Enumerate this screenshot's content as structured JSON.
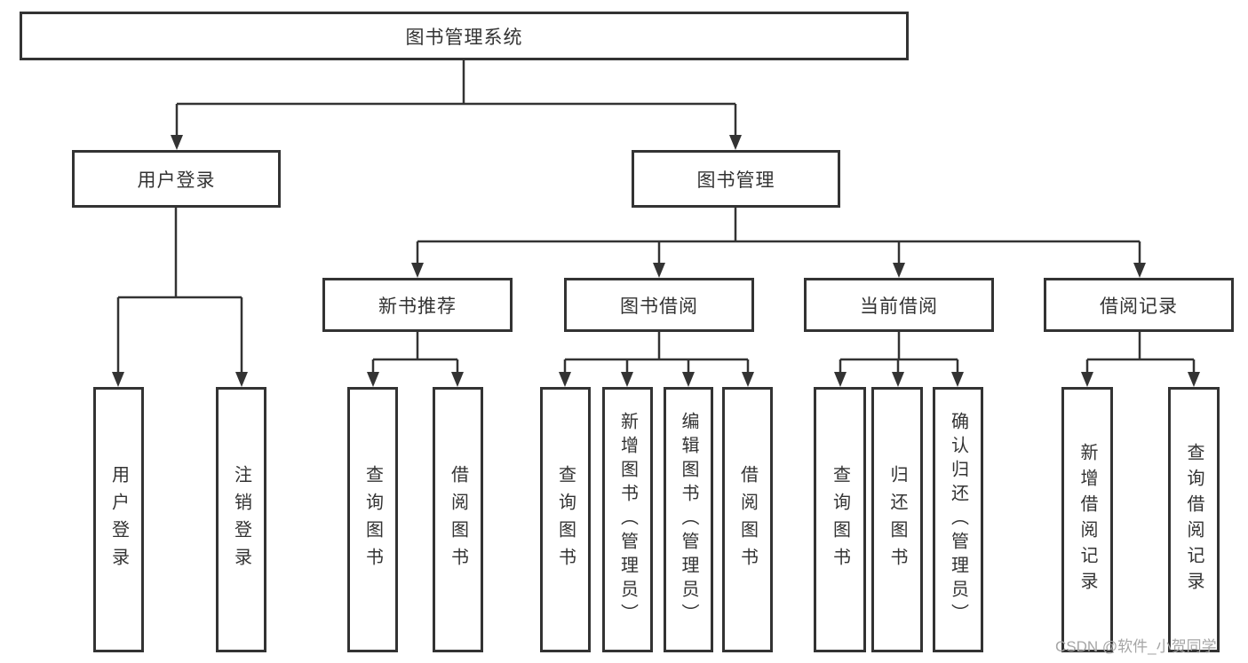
{
  "diagram": {
    "title": "图书管理系统",
    "colors": {
      "line": "#333333",
      "box_border": "#333333",
      "box_fill": "#ffffff",
      "text": "#333333",
      "watermark": "#a6a6a6"
    },
    "branches": [
      {
        "label": "用户登录",
        "leaves": [
          "用户登录",
          "注销登录"
        ]
      },
      {
        "label": "图书管理",
        "children": [
          {
            "label": "新书推荐",
            "leaves": [
              "查询图书",
              "借阅图书"
            ]
          },
          {
            "label": "图书借阅",
            "leaves": [
              "查询图书",
              "新增图书（管理员）",
              "编辑图书（管理员）",
              "借阅图书"
            ]
          },
          {
            "label": "当前借阅",
            "leaves": [
              "查询图书",
              "归还图书",
              "确认归还（管理员）"
            ]
          },
          {
            "label": "借阅记录",
            "leaves": [
              "新增借阅记录",
              "查询借阅记录"
            ]
          }
        ]
      }
    ],
    "watermark": "CSDN @软件_小贺同学"
  }
}
